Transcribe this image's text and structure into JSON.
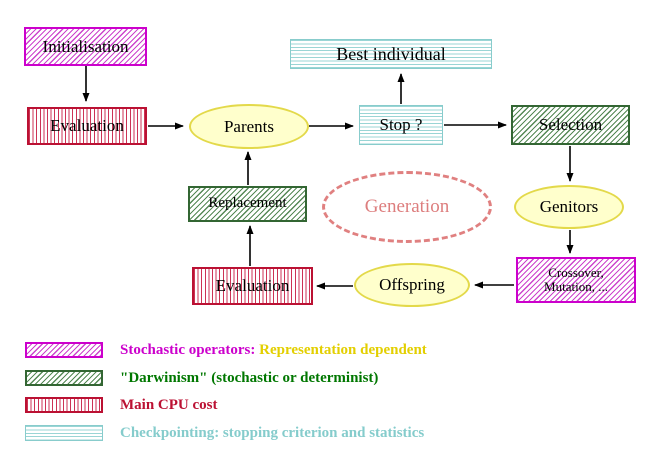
{
  "diagram": {
    "title_hint": "Evolutionary algorithm generation loop",
    "nodes": {
      "initialisation": "Initialisation",
      "evaluation_top": "Evaluation",
      "parents": "Parents",
      "best_individual": "Best individual",
      "stop": "Stop ?",
      "selection": "Selection",
      "genitors": "Genitors",
      "crossover_line1": "Crossover,",
      "crossover_line2": "Mutation, ...",
      "offspring": "Offspring",
      "evaluation_bottom": "Evaluation",
      "replacement": "Replacement",
      "generation": "Generation"
    },
    "legend": [
      {
        "swatch": "magenta-hatch",
        "text": "Stochastic operators:",
        "text2": "  Representation dependent"
      },
      {
        "swatch": "green-hatch",
        "text": "\"Darwinism\" (stochastic or determinist)"
      },
      {
        "swatch": "red-stripes",
        "text": "Main CPU cost"
      },
      {
        "swatch": "cyan-stripes",
        "text": "Checkpointing: stopping criterion and statistics"
      }
    ],
    "colors": {
      "magenta": "#cc00cc",
      "yellow": "#e3cf00",
      "green": "#007700",
      "red": "#bb1133",
      "cyan": "#85cccc",
      "node_yellow_fill": "#ffffcc",
      "generation_pink": "#e08080",
      "arrow": "#000000"
    }
  }
}
